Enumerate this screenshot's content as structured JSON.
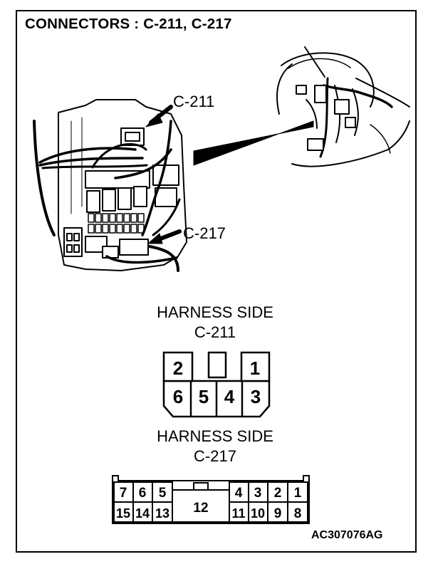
{
  "title": "CONNECTORS : C-211, C-217",
  "callouts": {
    "c211": "C-211",
    "c217": "C-217"
  },
  "connector_c211": {
    "side_label": "HARNESS SIDE",
    "name": "C-211",
    "pins": [
      "2",
      "1",
      "6",
      "5",
      "4",
      "3"
    ]
  },
  "connector_c217": {
    "side_label": "HARNESS SIDE",
    "name": "C-217",
    "top_pins": [
      "7",
      "6",
      "5",
      "4",
      "3",
      "2",
      "1"
    ],
    "center_pin": "12",
    "bottom_pins": [
      "15",
      "14",
      "13",
      "11",
      "10",
      "9",
      "8"
    ]
  },
  "figure_code": "AC307076AG"
}
